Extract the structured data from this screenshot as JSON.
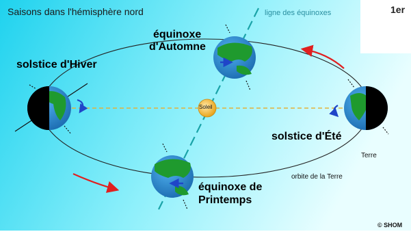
{
  "title": "Saisons dans l'hémisphère nord",
  "equinox_line_label": "ligne des équinoxes",
  "corner_mark": "1er",
  "sun_label": "Soleil",
  "orbit_label": "orbite de la Terre",
  "earth_label": "Terre",
  "copyright": "© SHOM",
  "positions": {
    "winter": "solstice d'Hiver",
    "autumn_line1": "équinoxe",
    "autumn_line2": "d'Automne",
    "summer": "solstice d'Été",
    "spring_line1": "équinoxe de",
    "spring_line2": "Printemps"
  },
  "colors": {
    "background_left": "#1fd2ee",
    "background_right": "#e9feff",
    "ocean": "#2b86c8",
    "land": "#1f9a2e",
    "night_side": "#000000",
    "sun": "#f1b52a",
    "arrow_red": "#e02020",
    "arrow_blue": "#1f45c8",
    "equinox_line": "#1aa3a8"
  }
}
